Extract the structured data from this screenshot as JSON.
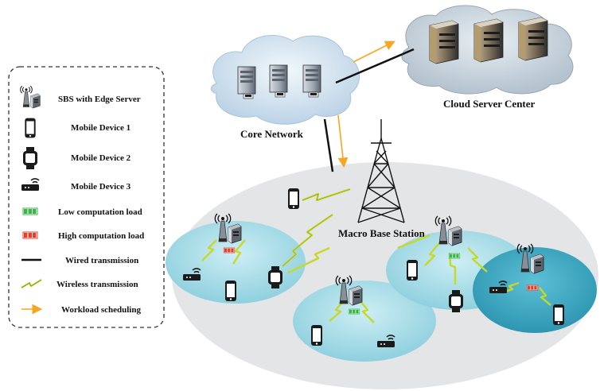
{
  "legend": {
    "items": [
      {
        "label": "SBS with Edge Server",
        "icon": "sbs-edge-server-icon"
      },
      {
        "label": "Mobile Device 1",
        "icon": "smartphone-icon"
      },
      {
        "label": "Mobile Device 2",
        "icon": "smartwatch-icon"
      },
      {
        "label": "Mobile Device 3",
        "icon": "router-icon"
      },
      {
        "label": "Low computation load",
        "icon": "low-load-battery-icon"
      },
      {
        "label": "High computation load",
        "icon": "high-load-battery-icon"
      },
      {
        "label": "Wired transmission",
        "icon": "wired-line-icon"
      },
      {
        "label": "Wireless transmission",
        "icon": "wireless-bolt-icon"
      },
      {
        "label": "Workload scheduling",
        "icon": "orange-arrow-icon"
      }
    ]
  },
  "labels": {
    "core_network": "Core Network",
    "cloud_server_center": "Cloud Server Center",
    "macro_base_station": "Macro Base Station"
  },
  "colors": {
    "low_load": "#3bb54a",
    "high_load": "#e0402d",
    "wireless": "#c8d82a",
    "scheduling_arrow": "#f5a623",
    "cell_light": "#b9e2ea",
    "cell_dark": "#3aa8c2",
    "macro_area": "#e5e6e8"
  }
}
